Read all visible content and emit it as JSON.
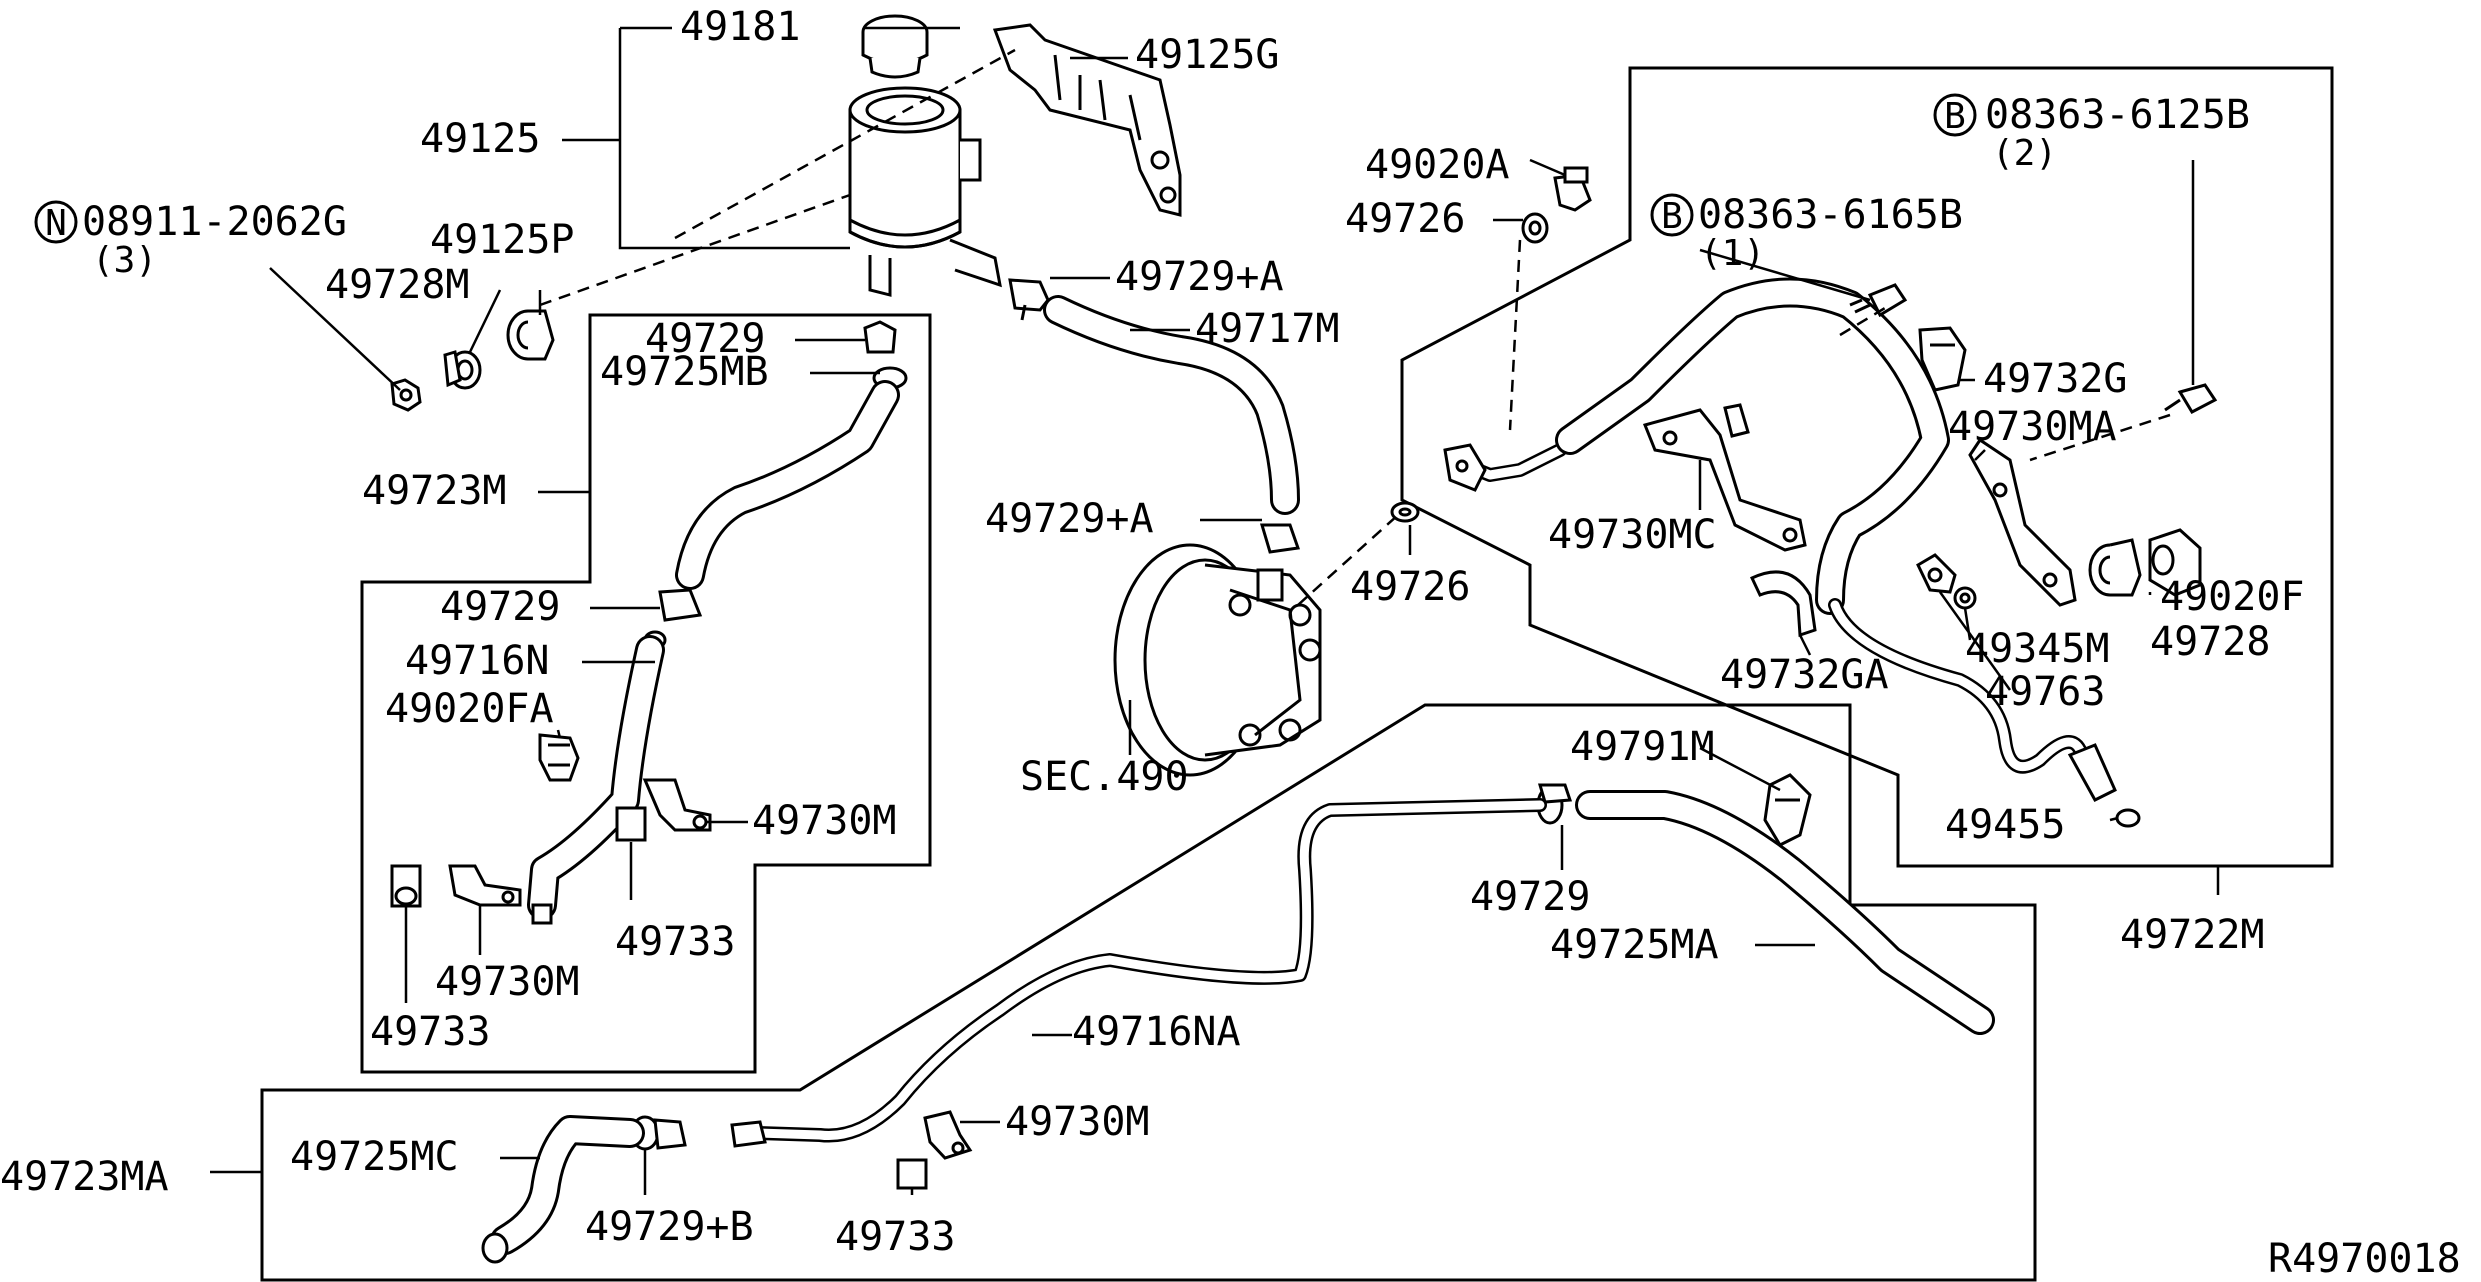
{
  "labels": {
    "l49181": "49181",
    "l49125G": "49125G",
    "l49125": "49125",
    "l08911": "08911-2062G",
    "l08911q": "(3)",
    "l49125P": "49125P",
    "l49728M": "49728M",
    "l49729a": "49729",
    "l49725MB": "49725MB",
    "l49723M": "49723M",
    "l49729b": "49729",
    "l49716N": "49716N",
    "l49020FA": "49020FA",
    "l49730Ma": "49730M",
    "l49733a": "49733",
    "l49730Mb": "49730M",
    "l49733b": "49733",
    "l49729pA1": "49729+A",
    "l49717M": "49717M",
    "l49729pA2": "49729+A",
    "lSEC490": "SEC.490",
    "l49020A": "49020A",
    "l49726a": "49726",
    "l49726b": "49726",
    "l08363_6165B": "08363-6165B",
    "l08363_6165Bq": "(1)",
    "l08363_6125B": "08363-6125B",
    "l08363_6125Bq": "(2)",
    "l49732G": "49732G",
    "l49730MA": "49730MA",
    "l49730MC": "49730MC",
    "l49020F": "49020F",
    "l49728": "49728",
    "l49345M": "49345M",
    "l49763": "49763",
    "l49732GA": "49732GA",
    "l49455": "49455",
    "l49791M": "49791M",
    "l49729c": "49729",
    "l49725MA": "49725MA",
    "l49722M": "49722M",
    "l49716NA": "49716NA",
    "l49723MA": "49723MA",
    "l49725MC": "49725MC",
    "l49729pB": "49729+B",
    "l49730Mc": "49730M",
    "l49733c": "49733",
    "ref": "R4970018"
  },
  "markers": {
    "n": "N",
    "b1": "B",
    "b2": "B"
  }
}
